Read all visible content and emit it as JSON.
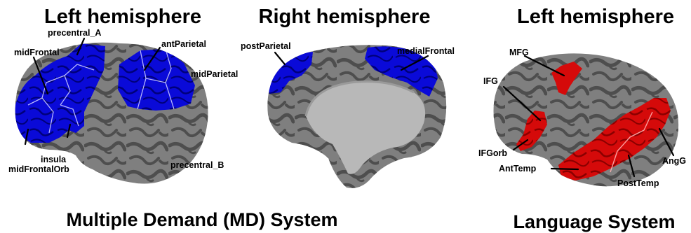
{
  "panels": [
    {
      "title": "Left hemisphere",
      "view": "lateral",
      "system": "md"
    },
    {
      "title": "Right hemisphere",
      "view": "medial",
      "system": "md"
    },
    {
      "title": "Left hemisphere",
      "view": "lateral",
      "system": "language"
    }
  ],
  "systems": {
    "md": {
      "title": "Multiple Demand (MD) System",
      "color": "#0a0ad8"
    },
    "language": {
      "title": "Language System",
      "color": "#d50a0a"
    }
  },
  "regions": {
    "left_md": [
      "precentral_A",
      "midFrontal",
      "antParietal",
      "midParietal",
      "insula",
      "midFrontalOrb",
      "precentral_B"
    ],
    "right_md": [
      "postParietal",
      "medialFrontal"
    ],
    "left_language": [
      "MFG",
      "IFG",
      "IFGorb",
      "AntTemp",
      "PostTemp",
      "AngG"
    ]
  },
  "colors": {
    "cortex_gyri": "#7f7f7f",
    "cortex_sulci": "#4d4d4d",
    "medial_wall": "#b8b8b8",
    "md_region": "#0a0ad8",
    "language_region": "#d50a0a"
  }
}
